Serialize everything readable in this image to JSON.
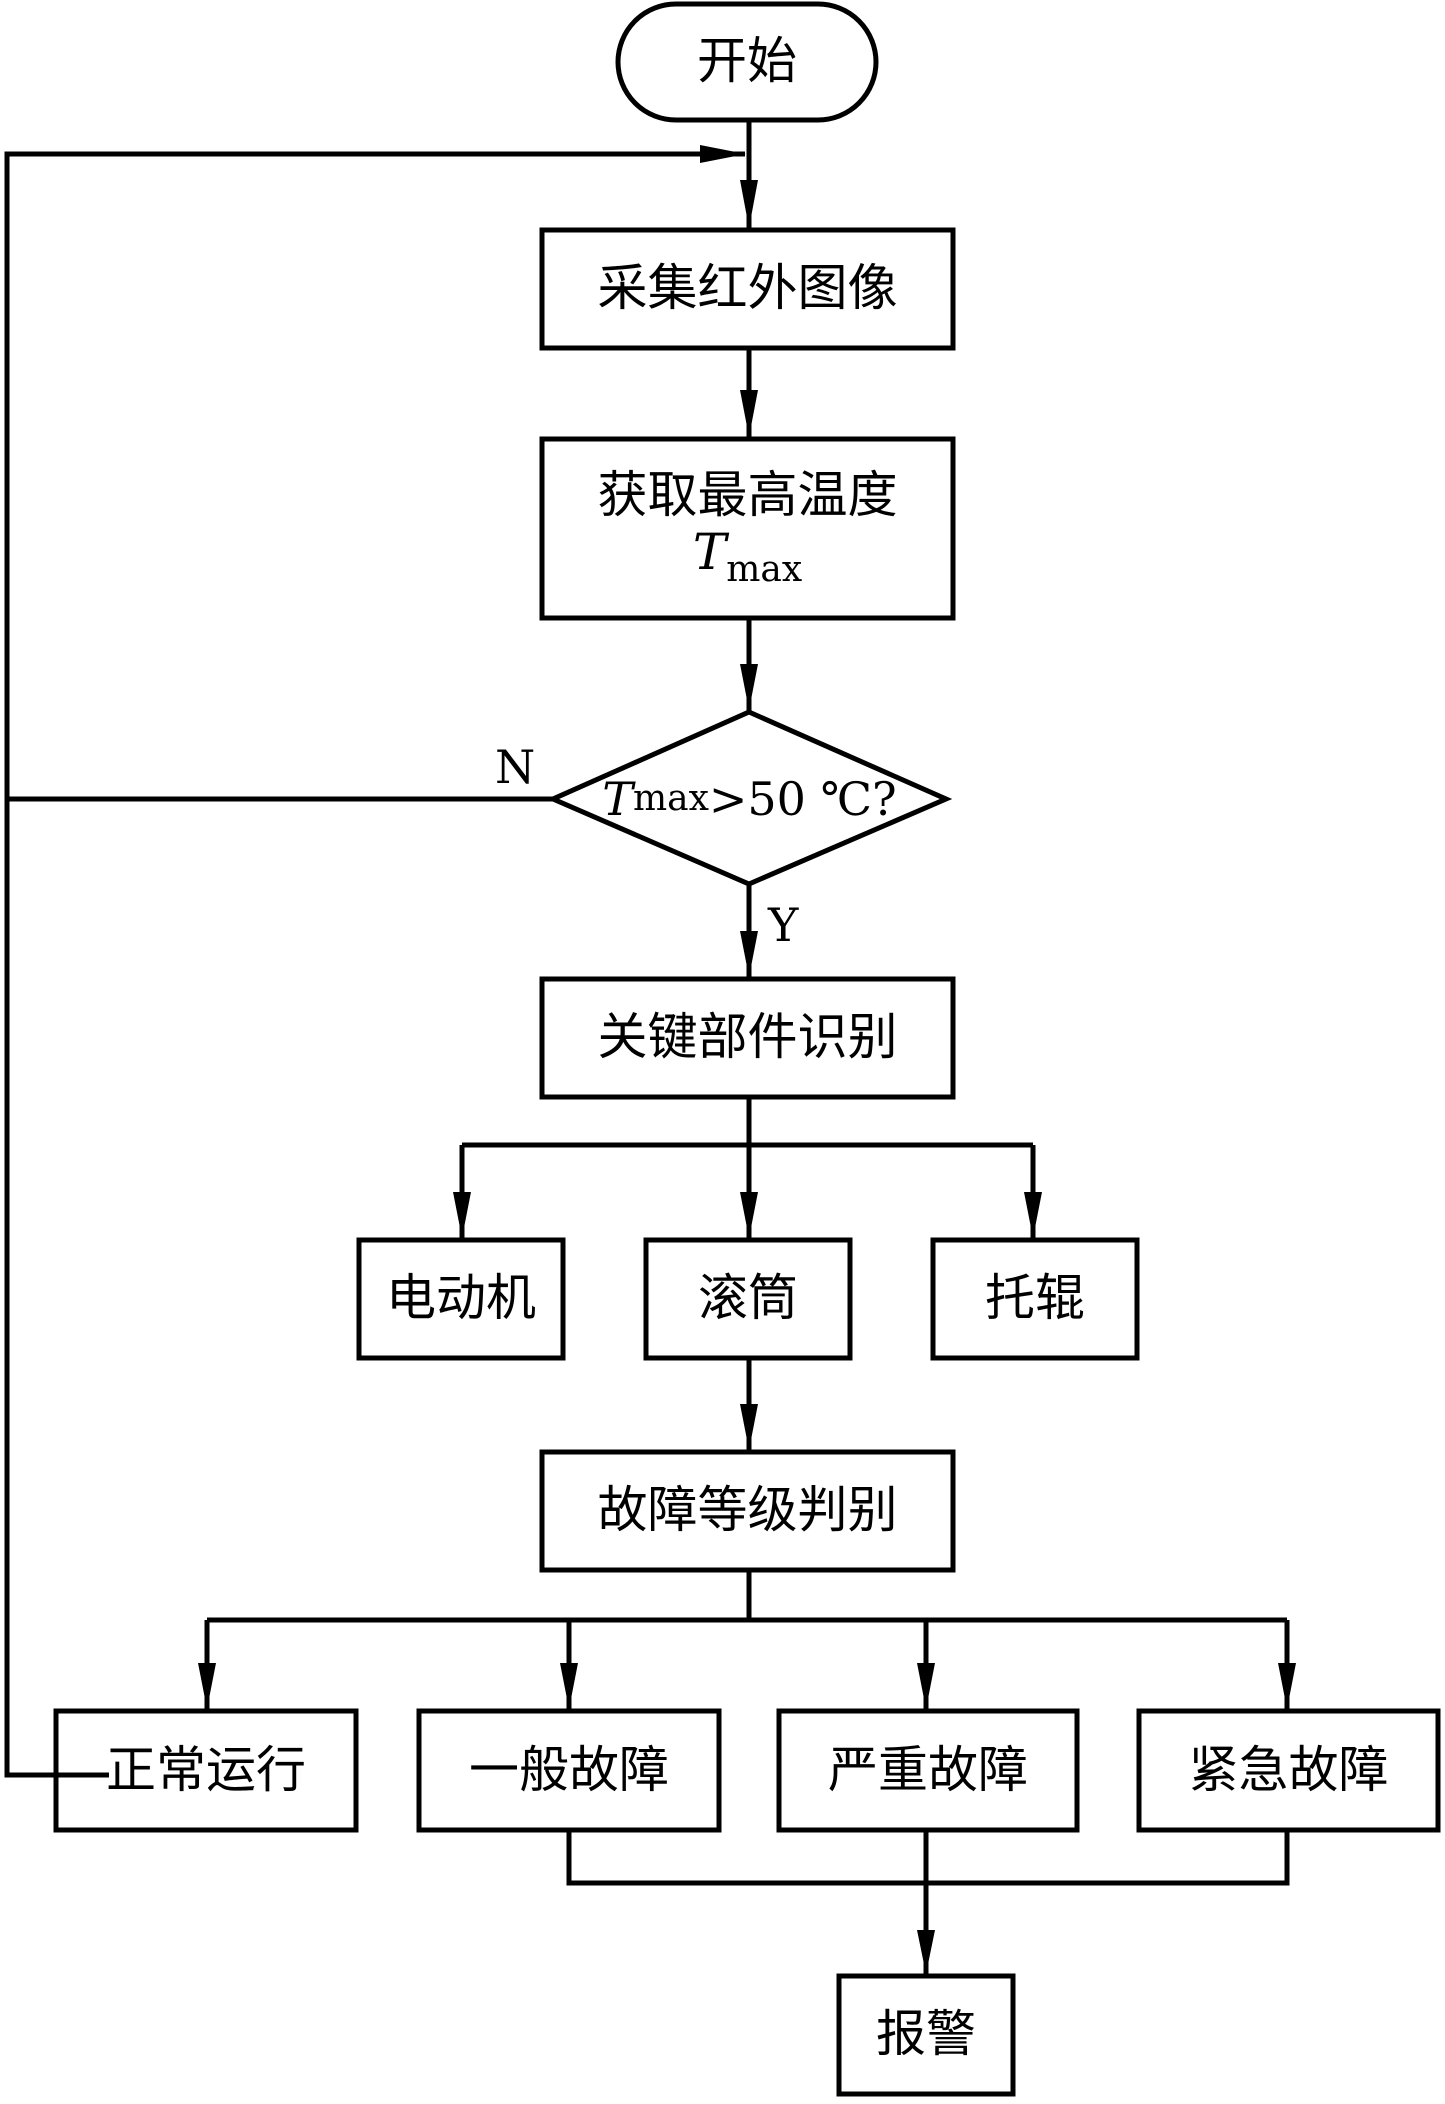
{
  "nodes": {
    "start": "开始",
    "capture": "采集红外图像",
    "get_max_line1": "获取最高温度",
    "get_max_var": "T",
    "get_max_sub": "max",
    "decision_var": "T",
    "decision_sub": "max",
    "decision_rest": ">50 ℃?",
    "identify": "关键部件识别",
    "motor": "电动机",
    "drum": "滚筒",
    "idler": "托辊",
    "fault_level": "故障等级判别",
    "normal": "正常运行",
    "general_fault": "一般故障",
    "serious_fault": "严重故障",
    "emergency_fault": "紧急故障",
    "alarm": "报警"
  },
  "edges": {
    "no_label": "N",
    "yes_label": "Y"
  },
  "colors": {
    "stroke": "#000000",
    "background": "#ffffff"
  }
}
